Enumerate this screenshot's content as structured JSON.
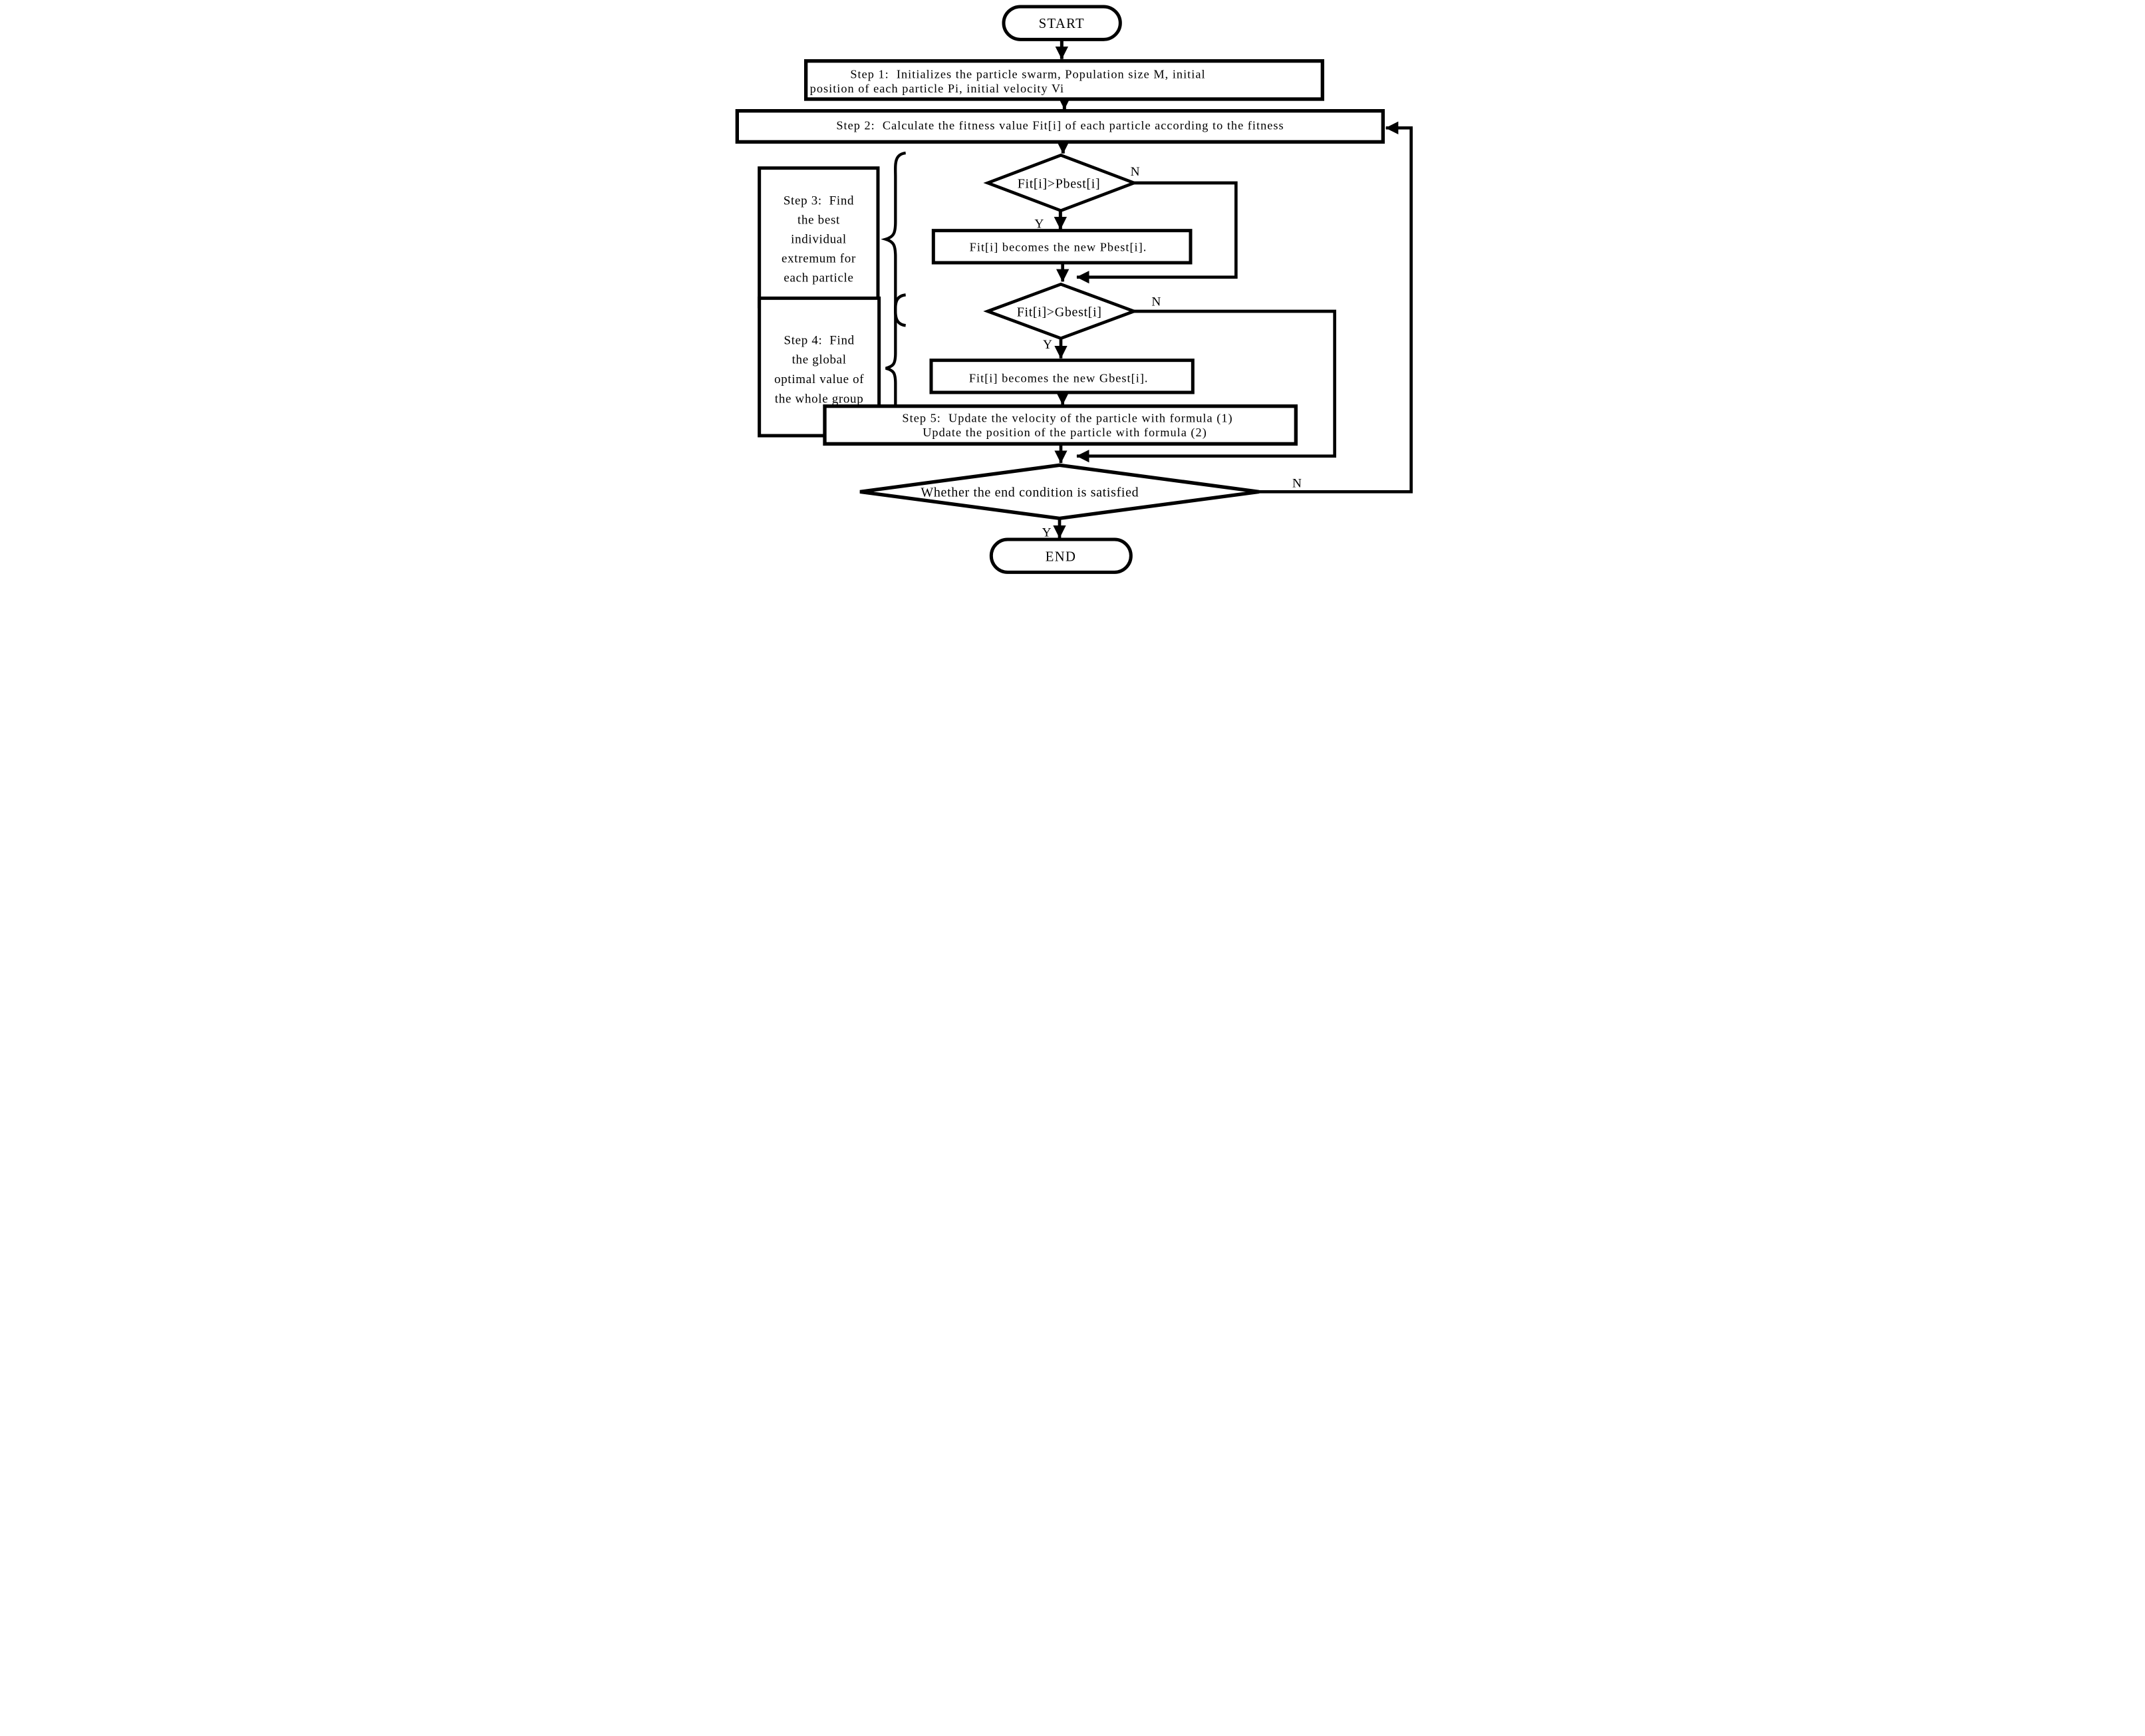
{
  "flowchart": {
    "title_hint": "Particle swarm optimization flowchart",
    "colors": {
      "ink": "#000000",
      "paper": "#ffffff"
    },
    "start": {
      "label": "START"
    },
    "step1": {
      "lines": [
        "Step 1:  Initializes the particle swarm, Population size M, initial",
        "position of each particle Pi, initial velocity Vi"
      ]
    },
    "step2": {
      "label": "Step 2:  Calculate the fitness value Fit[i] of each particle according to the fitness"
    },
    "decision_pbest": {
      "label": "Fit[i]>Pbest[i]"
    },
    "pbest_update": {
      "label": "Fit[i] becomes the new Pbest[i]."
    },
    "step3_note": {
      "lines": [
        "Step 3:  Find",
        "the best",
        "individual",
        "extremum for",
        "each particle"
      ]
    },
    "decision_gbest": {
      "label": "Fit[i]>Gbest[i]"
    },
    "gbest_update": {
      "label": "Fit[i] becomes the new Gbest[i]."
    },
    "step4_note": {
      "lines": [
        "Step 4:  Find",
        "the global",
        "optimal value of",
        "the whole group"
      ]
    },
    "step5": {
      "lines": [
        "Step 5:  Update the velocity of the particle with formula (1)",
        "Update the position of the particle with formula (2)"
      ]
    },
    "decision_end": {
      "label": "Whether the end condition is satisfied"
    },
    "end": {
      "label": "END"
    },
    "branches": {
      "pbest_no": "N",
      "pbest_yes": "Y",
      "gbest_no": "N",
      "gbest_yes": "Y",
      "end_no": "N",
      "end_yes": "Y"
    }
  }
}
